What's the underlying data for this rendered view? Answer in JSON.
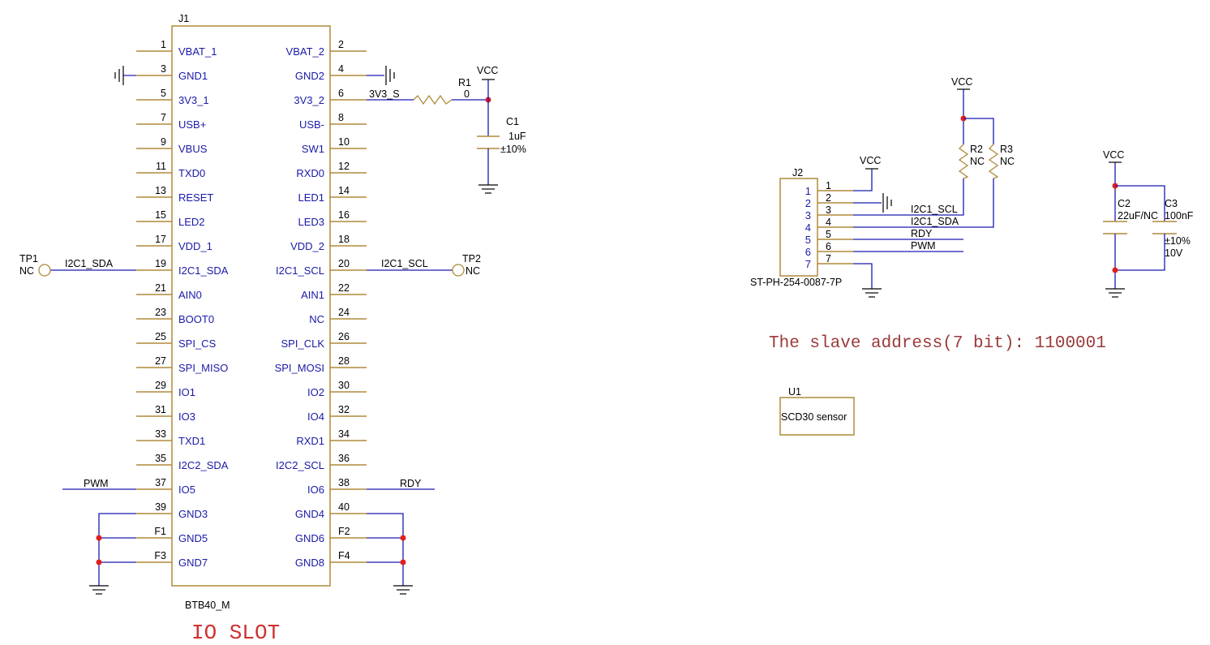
{
  "colors": {
    "pin": "#b08a3a",
    "wire": "#1a1ab0",
    "junction": "#e02020",
    "title": "#d03030",
    "note": "#9a3a3a"
  },
  "j1": {
    "ref": "J1",
    "part": "BTB40_M",
    "left_pins": [
      {
        "num": "1",
        "label": "VBAT_1"
      },
      {
        "num": "3",
        "label": "GND1"
      },
      {
        "num": "5",
        "label": "3V3_1"
      },
      {
        "num": "7",
        "label": "USB+"
      },
      {
        "num": "9",
        "label": "VBUS"
      },
      {
        "num": "11",
        "label": "TXD0"
      },
      {
        "num": "13",
        "label": "RESET"
      },
      {
        "num": "15",
        "label": "LED2"
      },
      {
        "num": "17",
        "label": "VDD_1"
      },
      {
        "num": "19",
        "label": "I2C1_SDA"
      },
      {
        "num": "21",
        "label": "AIN0"
      },
      {
        "num": "23",
        "label": "BOOT0"
      },
      {
        "num": "25",
        "label": "SPI_CS"
      },
      {
        "num": "27",
        "label": "SPI_MISO"
      },
      {
        "num": "29",
        "label": "IO1"
      },
      {
        "num": "31",
        "label": "IO3"
      },
      {
        "num": "33",
        "label": "TXD1"
      },
      {
        "num": "35",
        "label": "I2C2_SDA"
      },
      {
        "num": "37",
        "label": "IO5"
      },
      {
        "num": "39",
        "label": "GND3"
      },
      {
        "num": "F1",
        "label": "GND5"
      },
      {
        "num": "F3",
        "label": "GND7"
      }
    ],
    "right_pins": [
      {
        "num": "2",
        "label": "VBAT_2"
      },
      {
        "num": "4",
        "label": "GND2"
      },
      {
        "num": "6",
        "label": "3V3_2"
      },
      {
        "num": "8",
        "label": "USB-"
      },
      {
        "num": "10",
        "label": "SW1"
      },
      {
        "num": "12",
        "label": "RXD0"
      },
      {
        "num": "14",
        "label": "LED1"
      },
      {
        "num": "16",
        "label": "LED3"
      },
      {
        "num": "18",
        "label": "VDD_2"
      },
      {
        "num": "20",
        "label": "I2C1_SCL"
      },
      {
        "num": "22",
        "label": "AIN1"
      },
      {
        "num": "24",
        "label": "NC"
      },
      {
        "num": "26",
        "label": "SPI_CLK"
      },
      {
        "num": "28",
        "label": "SPI_MOSI"
      },
      {
        "num": "30",
        "label": "IO2"
      },
      {
        "num": "32",
        "label": "IO4"
      },
      {
        "num": "34",
        "label": "RXD1"
      },
      {
        "num": "36",
        "label": "I2C2_SCL"
      },
      {
        "num": "38",
        "label": "IO6"
      },
      {
        "num": "40",
        "label": "GND4"
      },
      {
        "num": "F2",
        "label": "GND6"
      },
      {
        "num": "F4",
        "label": "GND8"
      }
    ]
  },
  "nets": {
    "i2c1_sda": "I2C1_SDA",
    "i2c1_scl": "I2C1_SCL",
    "pwm": "PWM",
    "rdy": "RDY",
    "v3_s": "3V3_S",
    "vcc": "VCC"
  },
  "tp1": {
    "ref": "TP1",
    "value": "NC"
  },
  "tp2": {
    "ref": "TP2",
    "value": "NC"
  },
  "r1": {
    "ref": "R1",
    "value": "0"
  },
  "c1": {
    "ref": "C1",
    "value": "1uF",
    "tol": "±10%"
  },
  "j2": {
    "ref": "J2",
    "part": "ST-PH-254-0087-7P",
    "pins": [
      "1",
      "2",
      "3",
      "4",
      "5",
      "6",
      "7"
    ],
    "nets": [
      "I2C1_SCL",
      "I2C1_SDA",
      "RDY",
      "PWM"
    ]
  },
  "r2": {
    "ref": "R2",
    "value": "NC"
  },
  "r3": {
    "ref": "R3",
    "value": "NC"
  },
  "c2": {
    "ref": "C2",
    "value": "22uF/NC"
  },
  "c3": {
    "ref": "C3",
    "value": "100nF",
    "tol": "±10%",
    "volt": "10V"
  },
  "u1": {
    "ref": "U1",
    "label": "SCD30 sensor"
  },
  "titles": {
    "io_slot": "IO SLOT",
    "note": "The slave address(7 bit): 1100001"
  }
}
